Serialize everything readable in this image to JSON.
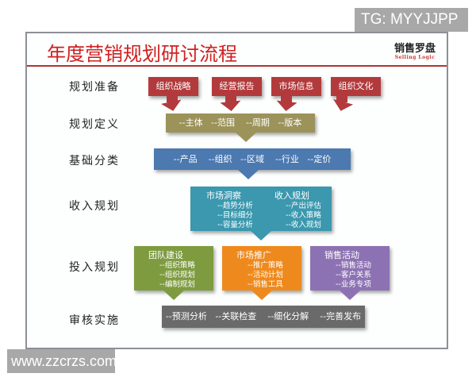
{
  "watermarks": {
    "top": "TG: MYYJJPP",
    "bottom": "www.zzcrzs.com"
  },
  "slide": {
    "title": "年度营销规划研讨流程",
    "logo": {
      "cn": "销售罗盘",
      "en": "Selling Logic"
    }
  },
  "stages": [
    {
      "label": "规划准备"
    },
    {
      "label": "规划定义"
    },
    {
      "label": "基础分类"
    },
    {
      "label": "收入规划"
    },
    {
      "label": "投入规划"
    },
    {
      "label": "审核实施"
    }
  ],
  "preparation": {
    "color": "#b33a3c",
    "items": [
      "组织战略",
      "经营报告",
      "市场信息",
      "组织文化"
    ]
  },
  "definition": {
    "color": "#9c935a",
    "text": "--主体   --范围    --周期   --版本"
  },
  "classification": {
    "color": "#4b79b0",
    "text": "--产品    --组织   --区域    --行业   --定价"
  },
  "income": {
    "color": "#3b98ae",
    "columns": [
      {
        "heading": "市场洞察",
        "items": [
          "--趋势分析",
          "--目标细分",
          "--容量分析"
        ]
      },
      {
        "heading": "收入规划",
        "items": [
          "--产出评估",
          "--收入策略",
          "--收入规划"
        ]
      }
    ]
  },
  "investment": [
    {
      "color": "#7e9b3f",
      "heading": "团队建设",
      "items": [
        "--组织策略",
        "--组织规划",
        "--编制规划"
      ]
    },
    {
      "color": "#ee8a1d",
      "heading": "市场推广",
      "items": [
        "--推广策略",
        "--活动计划",
        "--销售工具"
      ]
    },
    {
      "color": "#8d72b3",
      "heading": "销售活动",
      "items": [
        "--销售活动",
        "--客户关系",
        "--业务专项"
      ]
    }
  ],
  "review": {
    "color": "#6a6a6a",
    "text": "--预测分析   --关联检查    --细化分解    --完善发布"
  }
}
